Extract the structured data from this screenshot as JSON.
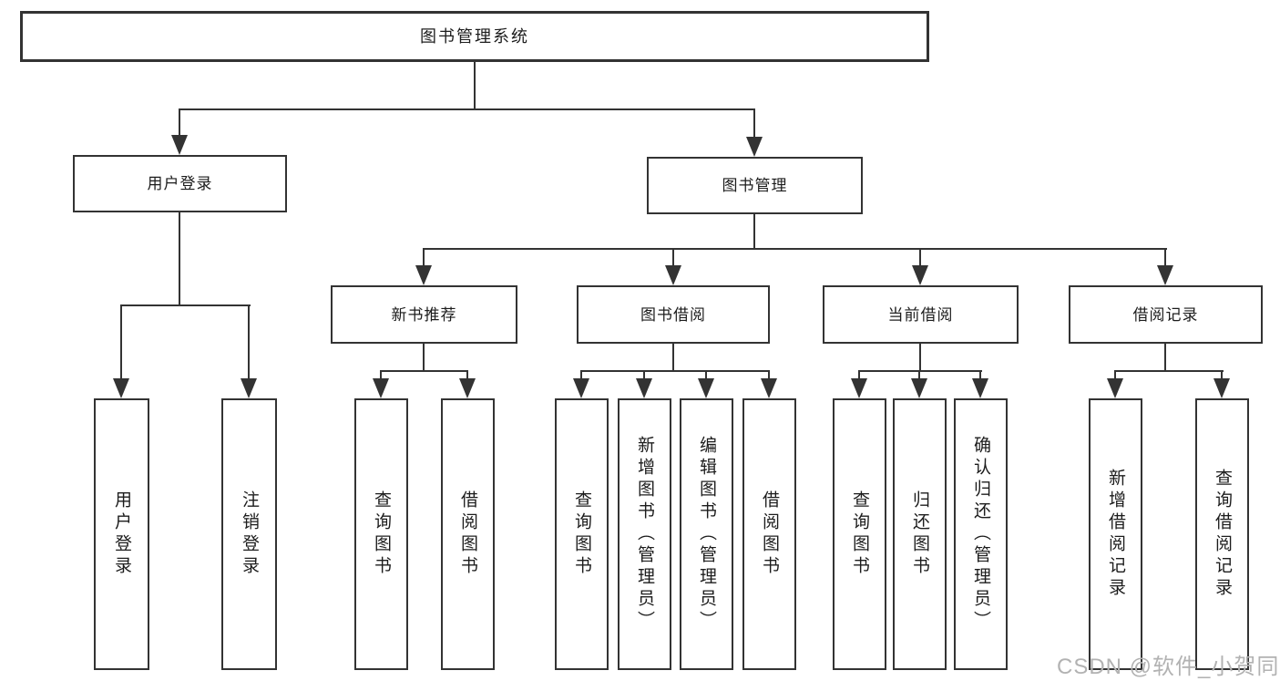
{
  "org": {
    "root": {
      "label": "图书管理系统"
    },
    "branches": [
      {
        "label": "用户登录",
        "leaves": [
          {
            "label": "用户登录"
          },
          {
            "label": "注销登录"
          }
        ]
      },
      {
        "label": "图书管理",
        "groups": [
          {
            "label": "新书推荐",
            "leaves": [
              {
                "label": "查询图书"
              },
              {
                "label": "借阅图书"
              }
            ]
          },
          {
            "label": "图书借阅",
            "leaves": [
              {
                "label": "查询图书"
              },
              {
                "label": "新增图书（管理员）"
              },
              {
                "label": "编辑图书（管理员）"
              },
              {
                "label": "借阅图书"
              }
            ]
          },
          {
            "label": "当前借阅",
            "leaves": [
              {
                "label": "查询图书"
              },
              {
                "label": "归还图书"
              },
              {
                "label": "确认归还（管理员）"
              }
            ]
          },
          {
            "label": "借阅记录",
            "leaves": [
              {
                "label": "新增借阅记录"
              },
              {
                "label": "查询借阅记录"
              }
            ]
          }
        ]
      }
    ]
  },
  "watermark": {
    "text": "CSDN @软件_小贺同学"
  },
  "colors": {
    "line": "#333333",
    "text": "#1c1c1c",
    "watermark": "#b2b2b2",
    "background": "#ffffff"
  }
}
